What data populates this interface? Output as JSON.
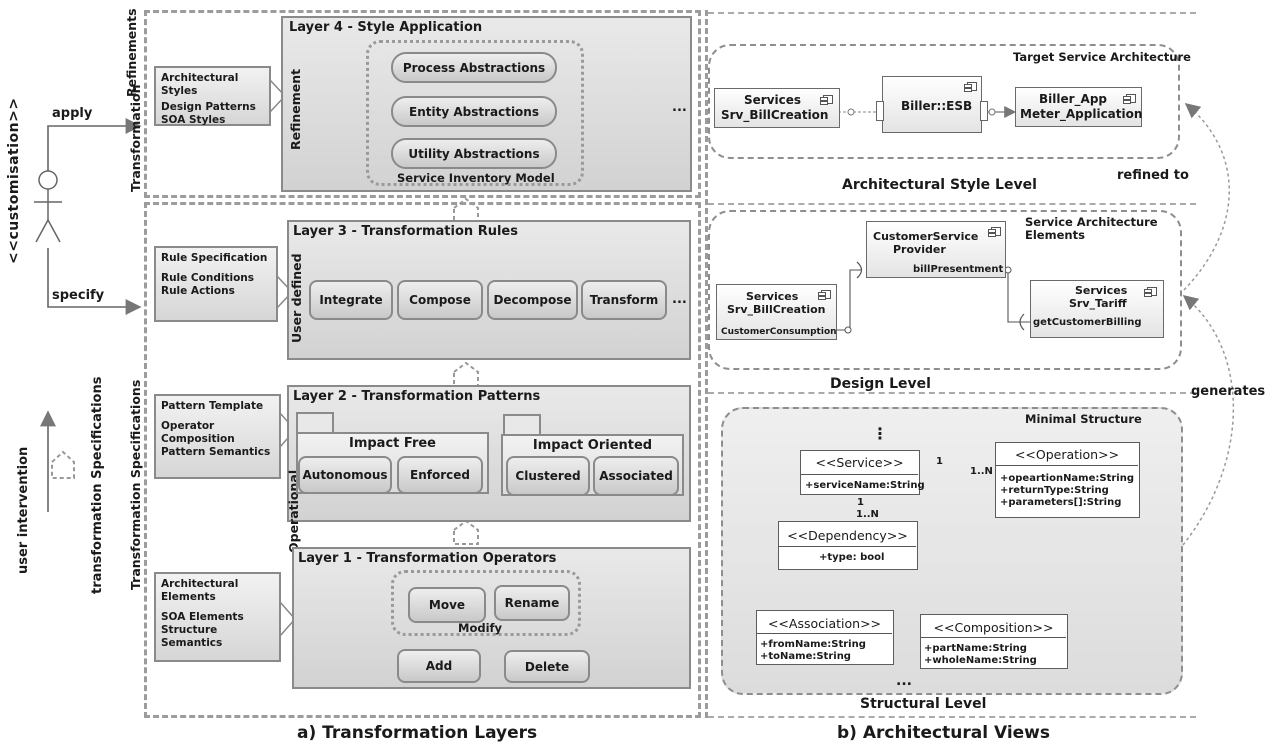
{
  "captions": {
    "left": "a) Transformation Layers",
    "right": "b) Architectural Views"
  },
  "actor": {
    "stereotype": "<<customisation>>",
    "apply": "apply",
    "specify": "specify",
    "user_intervention": "user intervention",
    "transformation_specifications": "transformation Specifications"
  },
  "left_labels": {
    "refinements": "Refinements",
    "transformation_top": "Transformation",
    "transformation_specifications": "Transformation Specifications"
  },
  "layer4": {
    "title": "Layer 4 - Style Application",
    "side_label": "Refinement",
    "items": [
      "Process Abstractions",
      "Entity Abstractions",
      "Utility Abstractions"
    ],
    "inventory": "Service Inventory Model",
    "ellipsis": "...",
    "inputs": [
      "Architectural",
      "Styles",
      "Design Patterns",
      "SOA Styles"
    ]
  },
  "layer3": {
    "title": "Layer 3 - Transformation Rules",
    "side_label": "User defined",
    "rules": [
      "Integrate",
      "Compose",
      "Decompose",
      "Transform"
    ],
    "ellipsis": "...",
    "inputs": [
      "Rule Specification",
      "Rule Conditions",
      "Rule Actions"
    ]
  },
  "layer2": {
    "title": "Layer 2 - Transformation Patterns",
    "side_label": "Operational",
    "impact_free": {
      "title": "Impact Free",
      "items": [
        "Autonomous",
        "Enforced"
      ]
    },
    "impact_oriented": {
      "title": "Impact Oriented",
      "items": [
        "Clustered",
        "Associated"
      ]
    },
    "inputs": [
      "Pattern Template",
      "Operator",
      "Composition",
      "Pattern Semantics"
    ]
  },
  "layer1": {
    "title": "Layer 1 - Transformation Operators",
    "modify_items": [
      "Move",
      "Rename"
    ],
    "modify_label": "Modify",
    "others": [
      "Add",
      "Delete"
    ],
    "inputs": [
      "Architectural",
      "Elements",
      "SOA Elements",
      "Structure",
      "Semantics"
    ]
  },
  "style_level": {
    "title": "Target Service Architecture",
    "level": "Architectural Style Level",
    "c1": [
      "Services",
      "Srv_BillCreation"
    ],
    "c2": "Biller::ESB",
    "c3": [
      "Biller_App",
      "Meter_Application"
    ]
  },
  "design_level": {
    "title": [
      "Service Architecture",
      "Elements"
    ],
    "level": "Design  Level",
    "provider": [
      "CustomerService",
      "Provider"
    ],
    "bill_port": "billPresentment",
    "bill_creation": [
      "Services",
      "Srv_BillCreation"
    ],
    "consumption": "CustomerConsumption",
    "tariff": [
      "Services",
      "Srv_Tariff"
    ],
    "billing_port": "getCustomerBilling"
  },
  "structural_level": {
    "title": "Minimal Structure",
    "level": "Structural Level",
    "service": {
      "name": "<<Service>>",
      "attrs": [
        "+serviceName:String"
      ]
    },
    "operation": {
      "name": "<<Operation>>",
      "attrs": [
        "+opeartionName:String",
        "+returnType:String",
        "+parameters[]:String"
      ]
    },
    "dependency": {
      "name": "<<Dependency>>",
      "attrs": [
        "+type: bool"
      ]
    },
    "association": {
      "name": "<<Association>>",
      "attrs": [
        "+fromName:String",
        "+toName:String"
      ]
    },
    "composition": {
      "name": "<<Composition>>",
      "attrs": [
        "+partName:String",
        "+wholeName:String"
      ]
    },
    "mult": {
      "one_a": "1",
      "n_a": "1..N",
      "one_b": "1",
      "n_b": "1..N"
    },
    "ellipsis_top": "⋮",
    "ellipsis_bottom": "..."
  },
  "arrows": {
    "refined_to": "refined to",
    "generates": "generates"
  }
}
